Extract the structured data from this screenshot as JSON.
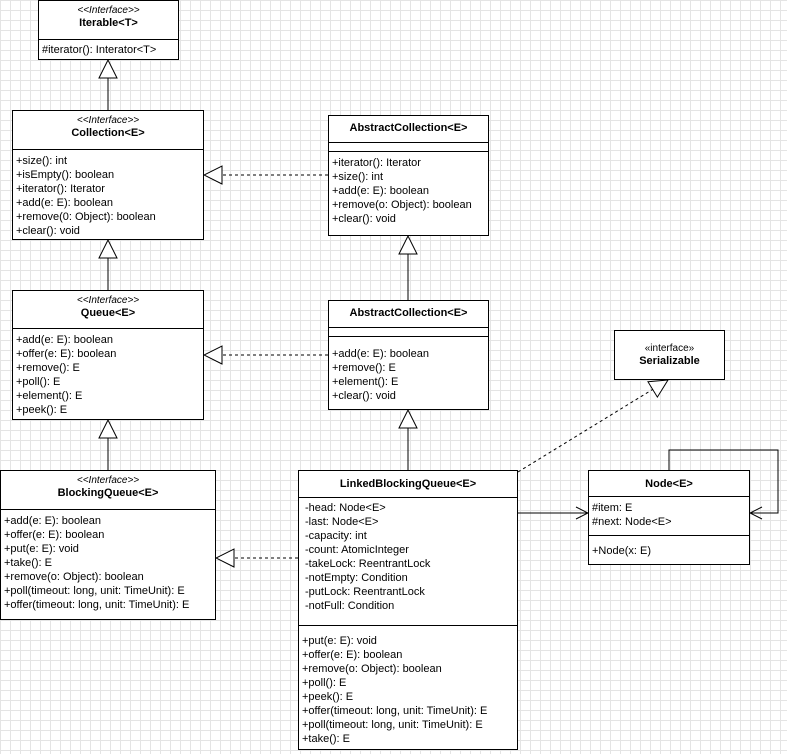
{
  "classes": {
    "iterable": {
      "stereotype": "<<Interface>>",
      "name": "Iterable<T>",
      "attributes": [],
      "methods": [
        "#iterator(): Interator<T>"
      ]
    },
    "collection": {
      "stereotype": "<<Interface>>",
      "name": "Collection<E>",
      "attributes": [],
      "methods": [
        "+size(): int",
        "+isEmpty(): boolean",
        "+iterator(): Iterator",
        "+add(e: E): boolean",
        "+remove(0: Object): boolean",
        "+clear(): void"
      ]
    },
    "abstract_collection": {
      "stereotype": "",
      "name": "AbstractCollection<E>",
      "attributes": [],
      "methods": [
        "+iterator(): Iterator",
        "+size(): int",
        "+add(e: E): boolean",
        "+remove(o: Object): boolean",
        "+clear(): void"
      ]
    },
    "queue": {
      "stereotype": "<<Interface>>",
      "name": "Queue<E>",
      "attributes": [],
      "methods": [
        "+add(e: E): boolean",
        "+offer(e: E): boolean",
        "+remove(): E",
        "+poll(): E",
        "+element(): E",
        "+peek(): E"
      ]
    },
    "abstract_queue": {
      "stereotype": "",
      "name": "AbstractCollection<E>",
      "attributes": [],
      "methods": [
        "+add(e: E): boolean",
        "+remove(): E",
        "+element(): E",
        "+clear(): void"
      ]
    },
    "serializable": {
      "stereotype": "«interface»",
      "name": "Serializable"
    },
    "blocking_queue": {
      "stereotype": "<<Interface>>",
      "name": "BlockingQueue<E>",
      "attributes": [],
      "methods": [
        "+add(e: E): boolean",
        "+offer(e: E): boolean",
        "+put(e: E): void",
        "+take(): E",
        "+remove(o: Object): boolean",
        "+poll(timeout: long, unit: TimeUnit): E",
        "+offer(timeout: long, unit: TimeUnit): E"
      ]
    },
    "linked_blocking_queue": {
      "stereotype": "",
      "name": "LinkedBlockingQueue<E>",
      "attributes": [
        "-head: Node<E>",
        "-last: Node<E>",
        "-capacity: int",
        "-count: AtomicInteger",
        "-takeLock: ReentrantLock",
        "-notEmpty: Condition",
        "-putLock: ReentrantLock",
        "-notFull: Condition"
      ],
      "methods": [
        "+put(e: E): void",
        "+offer(e: E): boolean",
        "+remove(o: Object): boolean",
        "+poll(): E",
        "+peek(): E",
        "+offer(timeout: long, unit: TimeUnit): E",
        "+poll(timeout: long, unit: TimeUnit): E",
        "+take(): E"
      ]
    },
    "node": {
      "stereotype": "",
      "name": "Node<E>",
      "attributes": [
        "#item: E",
        "#next: Node<E>"
      ],
      "methods": [
        "+Node(x: E)"
      ]
    }
  },
  "relationships": [
    {
      "from": "collection",
      "to": "iterable",
      "type": "generalization"
    },
    {
      "from": "queue",
      "to": "collection",
      "type": "generalization"
    },
    {
      "from": "blocking_queue",
      "to": "queue",
      "type": "generalization"
    },
    {
      "from": "abstract_collection",
      "to": "collection",
      "type": "realization"
    },
    {
      "from": "abstract_queue",
      "to": "queue",
      "type": "realization"
    },
    {
      "from": "abstract_queue",
      "to": "abstract_collection",
      "type": "generalization"
    },
    {
      "from": "linked_blocking_queue",
      "to": "abstract_queue",
      "type": "generalization"
    },
    {
      "from": "linked_blocking_queue",
      "to": "blocking_queue",
      "type": "realization"
    },
    {
      "from": "linked_blocking_queue",
      "to": "serializable",
      "type": "realization"
    },
    {
      "from": "linked_blocking_queue",
      "to": "node",
      "type": "association"
    },
    {
      "from": "node",
      "to": "node",
      "type": "association"
    }
  ]
}
